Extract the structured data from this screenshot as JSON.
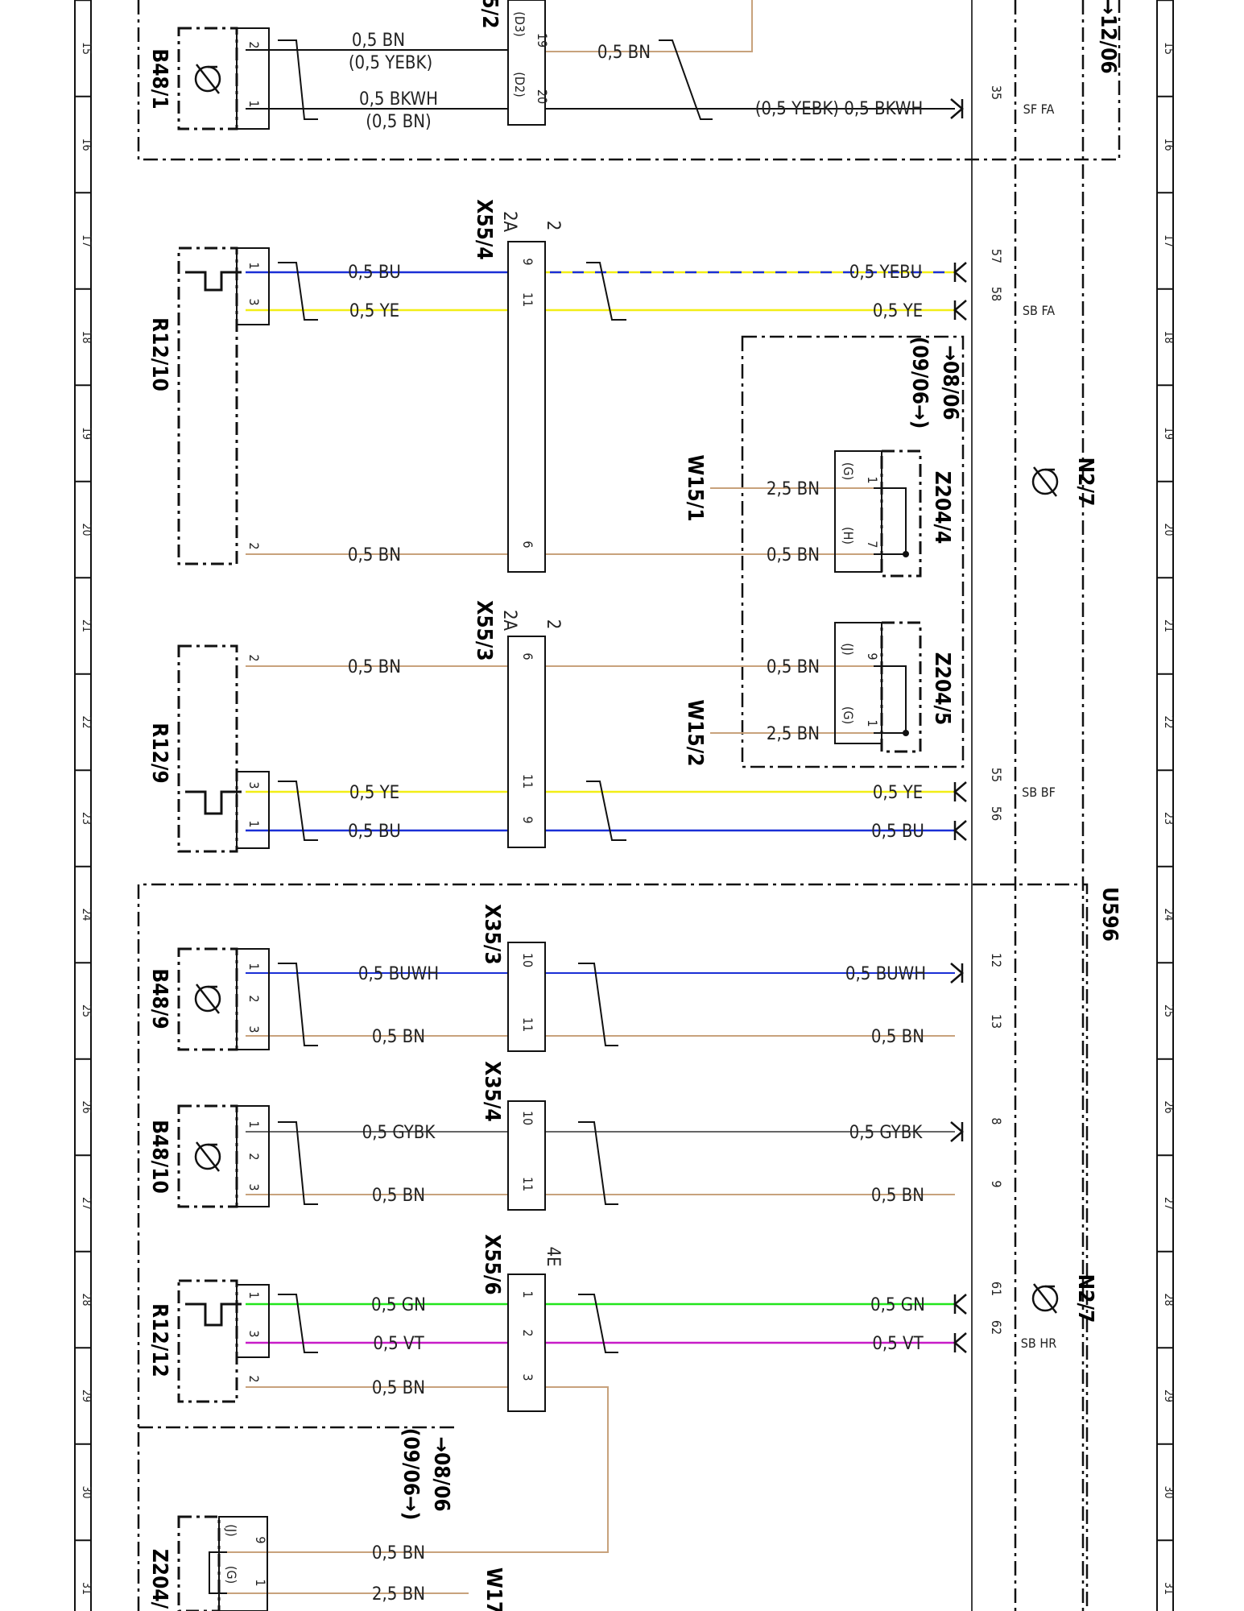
{
  "ruler": {
    "numbers": [
      "15",
      "16",
      "17",
      "18",
      "19",
      "20",
      "21",
      "22",
      "23",
      "24",
      "25",
      "26",
      "27",
      "28",
      "29",
      "30",
      "31"
    ]
  },
  "colors": {
    "BN": "#c8a27c",
    "BU": "#1a2fd6",
    "YE": "#f2ee16",
    "GN": "#22e51c",
    "VT": "#c81cc8",
    "BK": "#111111",
    "GY": "#9a9a9a",
    "WH": "#ffffff"
  },
  "components": [
    {
      "id": "B48/1"
    },
    {
      "id": "R12/10"
    },
    {
      "id": "R12/9"
    },
    {
      "id": "B48/9"
    },
    {
      "id": "B48/10"
    },
    {
      "id": "R12/12"
    },
    {
      "id": "Z204/"
    },
    {
      "id": "Z204/4"
    },
    {
      "id": "Z204/5"
    },
    {
      "id": "W15/1"
    },
    {
      "id": "W15/2"
    },
    {
      "id": "W17"
    },
    {
      "id": "X55/4"
    },
    {
      "id": "X55/3"
    },
    {
      "id": "X35/3"
    },
    {
      "id": "X35/4"
    },
    {
      "id": "X55/6"
    },
    {
      "id": "5/2"
    },
    {
      "id": "N2/7"
    },
    {
      "id": "U596"
    }
  ],
  "notes": [
    {
      "text": "→12/06"
    },
    {
      "text": "→08/06"
    },
    {
      "text": "(09/06→)"
    }
  ],
  "connector_labels": {
    "x55_4": [
      "2A",
      "2"
    ],
    "x55_3": [
      "2A",
      "2"
    ],
    "x55_6": [
      "4E"
    ]
  },
  "pin_labels": [
    "2",
    "1",
    "(D3)",
    "19",
    "(D2)",
    "20",
    "35",
    "1",
    "3",
    "9",
    "11",
    "57",
    "58",
    "2",
    "6",
    "(G)",
    "1",
    "(H)",
    "7",
    "2",
    "6",
    "(J)",
    "9",
    "(G)",
    "1",
    "3",
    "1",
    "11",
    "9",
    "55",
    "56",
    "1",
    "2",
    "3",
    "10",
    "11",
    "12",
    "13",
    "1",
    "2",
    "3",
    "10",
    "11",
    "8",
    "9",
    "1",
    "3",
    "1",
    "2",
    "61",
    "62",
    "2",
    "3",
    "9",
    "(J)",
    "1",
    "(G)"
  ],
  "wires": [
    {
      "label": "0,5 BN"
    },
    {
      "label": "(0,5 YEBK)"
    },
    {
      "label": "0,5 BKWH"
    },
    {
      "label": "(0,5 BN)"
    },
    {
      "label": "0,5 BN"
    },
    {
      "label": "(0,5 YEBK) 0,5 BKWH"
    },
    {
      "label": "0,5 BU"
    },
    {
      "label": "0,5 YE"
    },
    {
      "label": "0,5 YEBU"
    },
    {
      "label": "0,5 YE"
    },
    {
      "label": "0,5 BN"
    },
    {
      "label": "2,5 BN"
    },
    {
      "label": "0,5 BN"
    },
    {
      "label": "0,5 BN"
    },
    {
      "label": "0,5 BN"
    },
    {
      "label": "2,5 BN"
    },
    {
      "label": "0,5 YE"
    },
    {
      "label": "0,5 BU"
    },
    {
      "label": "0,5 YE"
    },
    {
      "label": "0,5 BU"
    },
    {
      "label": "0,5 BUWH"
    },
    {
      "label": "0,5 BN"
    },
    {
      "label": "0,5 BUWH"
    },
    {
      "label": "0,5 BN"
    },
    {
      "label": "0,5 GYBK"
    },
    {
      "label": "0,5 BN"
    },
    {
      "label": "0,5 GYBK"
    },
    {
      "label": "0,5 BN"
    },
    {
      "label": "0,5 GN"
    },
    {
      "label": "0,5 VT"
    },
    {
      "label": "0,5 BN"
    },
    {
      "label": "0,5 GN"
    },
    {
      "label": "0,5 VT"
    },
    {
      "label": "0,5 BN"
    },
    {
      "label": "2,5 BN"
    }
  ],
  "terminals": [
    {
      "text": "SF FA"
    },
    {
      "text": "SB FA"
    },
    {
      "text": "SB BF"
    },
    {
      "text": "SB HR"
    }
  ]
}
